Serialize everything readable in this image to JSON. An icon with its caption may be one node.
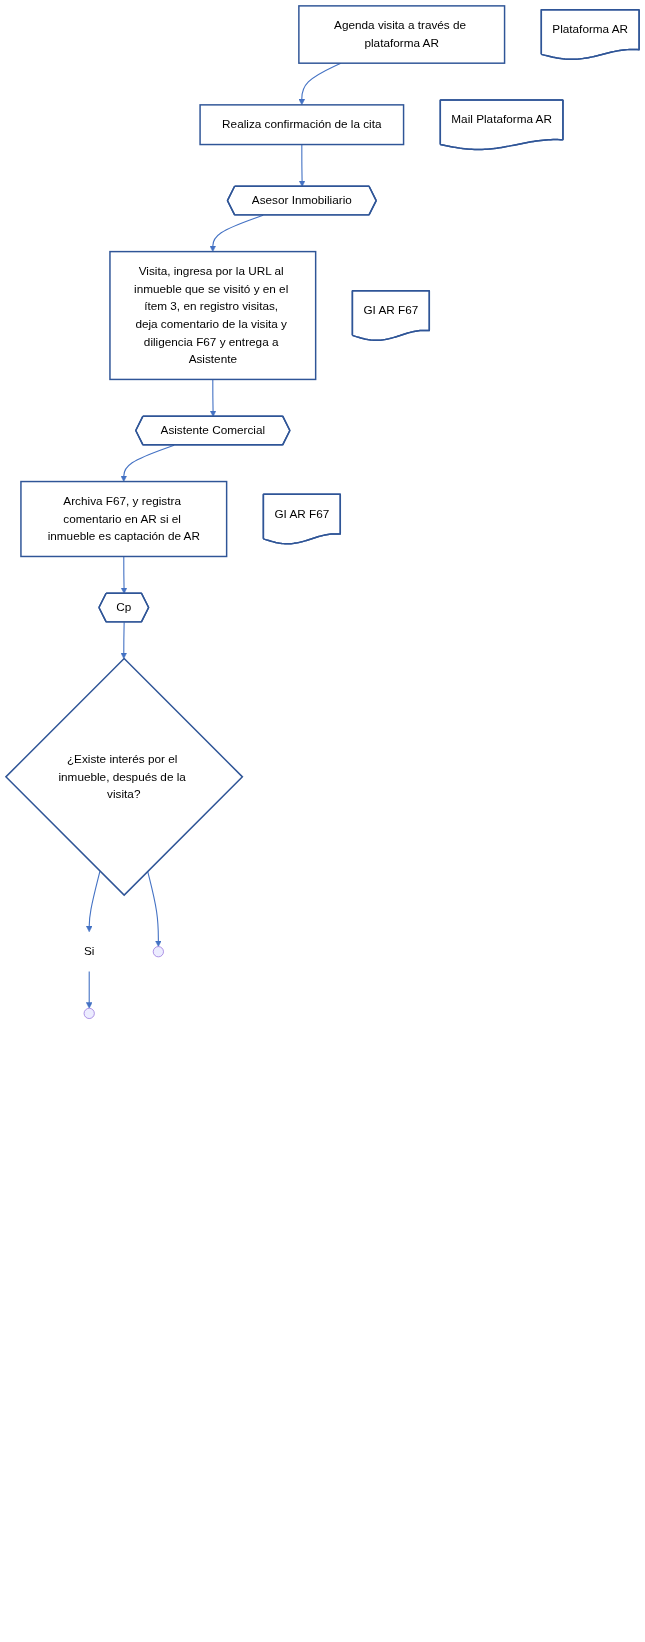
{
  "diagram": {
    "nodes": [
      {
        "text": [
          "Agenda visita a través de plataforma AR"
        ]
      },
      {
        "text": [
          "Plataforma AR"
        ]
      },
      {
        "text": [
          "Realiza confirmación de la cita"
        ]
      },
      {
        "text": [
          "Mail Plataforma AR"
        ]
      },
      {
        "text": [
          "Asesor Inmobiliario"
        ]
      },
      {
        "text": [
          "Visita, ingresa por la URL al inmueble que se visitó y en el ítem 3, en registro visitas, deja comentario de la visita y diligencia F67 y entrega a Asistente"
        ]
      },
      {
        "text": [
          "GI AR F67"
        ]
      },
      {
        "text": [
          "Asistente Comercial"
        ]
      },
      {
        "text": [
          "Archiva F67, y registra comentario en AR si el inmueble es captación de AR"
        ]
      },
      {
        "text": [
          "GI AR F67"
        ]
      },
      {
        "text": [
          "Cp"
        ]
      },
      {
        "text": [
          "¿Existe interés por el inmueble, después de la visita?"
        ]
      },
      {
        "text": [
          "Si"
        ]
      }
    ],
    "edges": [
      {
        "from": 0,
        "to": 2,
        "arrow": "to"
      },
      {
        "from": 2,
        "to": 4,
        "arrow": "to"
      },
      {
        "from": 4,
        "to": 5,
        "arrow": "to"
      },
      {
        "from": 5,
        "to": 7,
        "arrow": "to"
      },
      {
        "from": 7,
        "to": 8,
        "arrow": "to"
      },
      {
        "from": 8,
        "to": 10,
        "arrow": "to"
      },
      {
        "from": 10,
        "to": 11,
        "arrow": "to"
      },
      {
        "from": 11,
        "to": 12,
        "arrow": "to"
      },
      {
        "from": 11,
        "to": null,
        "arrow": "to"
      },
      {
        "from": 12,
        "to": null,
        "arrow": "to"
      }
    ]
  }
}
